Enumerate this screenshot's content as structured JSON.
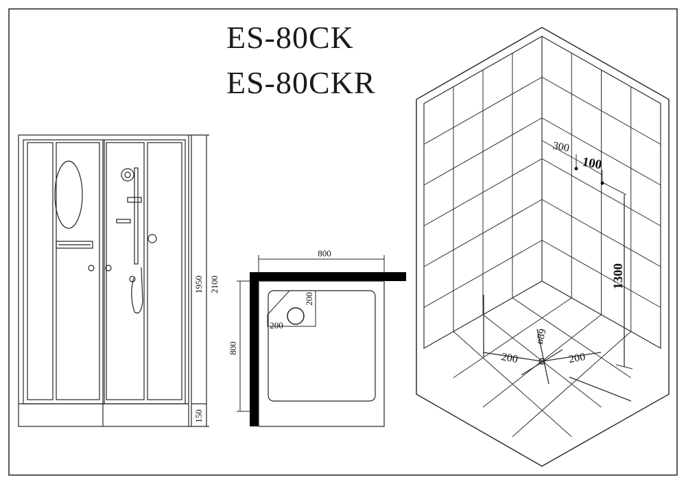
{
  "titles": [
    "ES-80CK",
    "ES-80CKR"
  ],
  "front_view": {
    "dims": {
      "cabin_height": "1950",
      "total_height": "2100",
      "tray_height": "150"
    }
  },
  "tray_plan": {
    "dims": {
      "width": "800",
      "depth": "800",
      "drain_offset_x": "200",
      "drain_offset_y": "200"
    }
  },
  "wall_view": {
    "dims": {
      "mixer_offset": "300",
      "mixer_spacing": "100",
      "mixer_height": "1300",
      "drain_left": "200",
      "drain_right": "200",
      "drain_diameter": "ø89"
    }
  },
  "colors": {
    "line": "#111111",
    "grid": "#2b2b2b",
    "frame_fill": "#000000"
  }
}
